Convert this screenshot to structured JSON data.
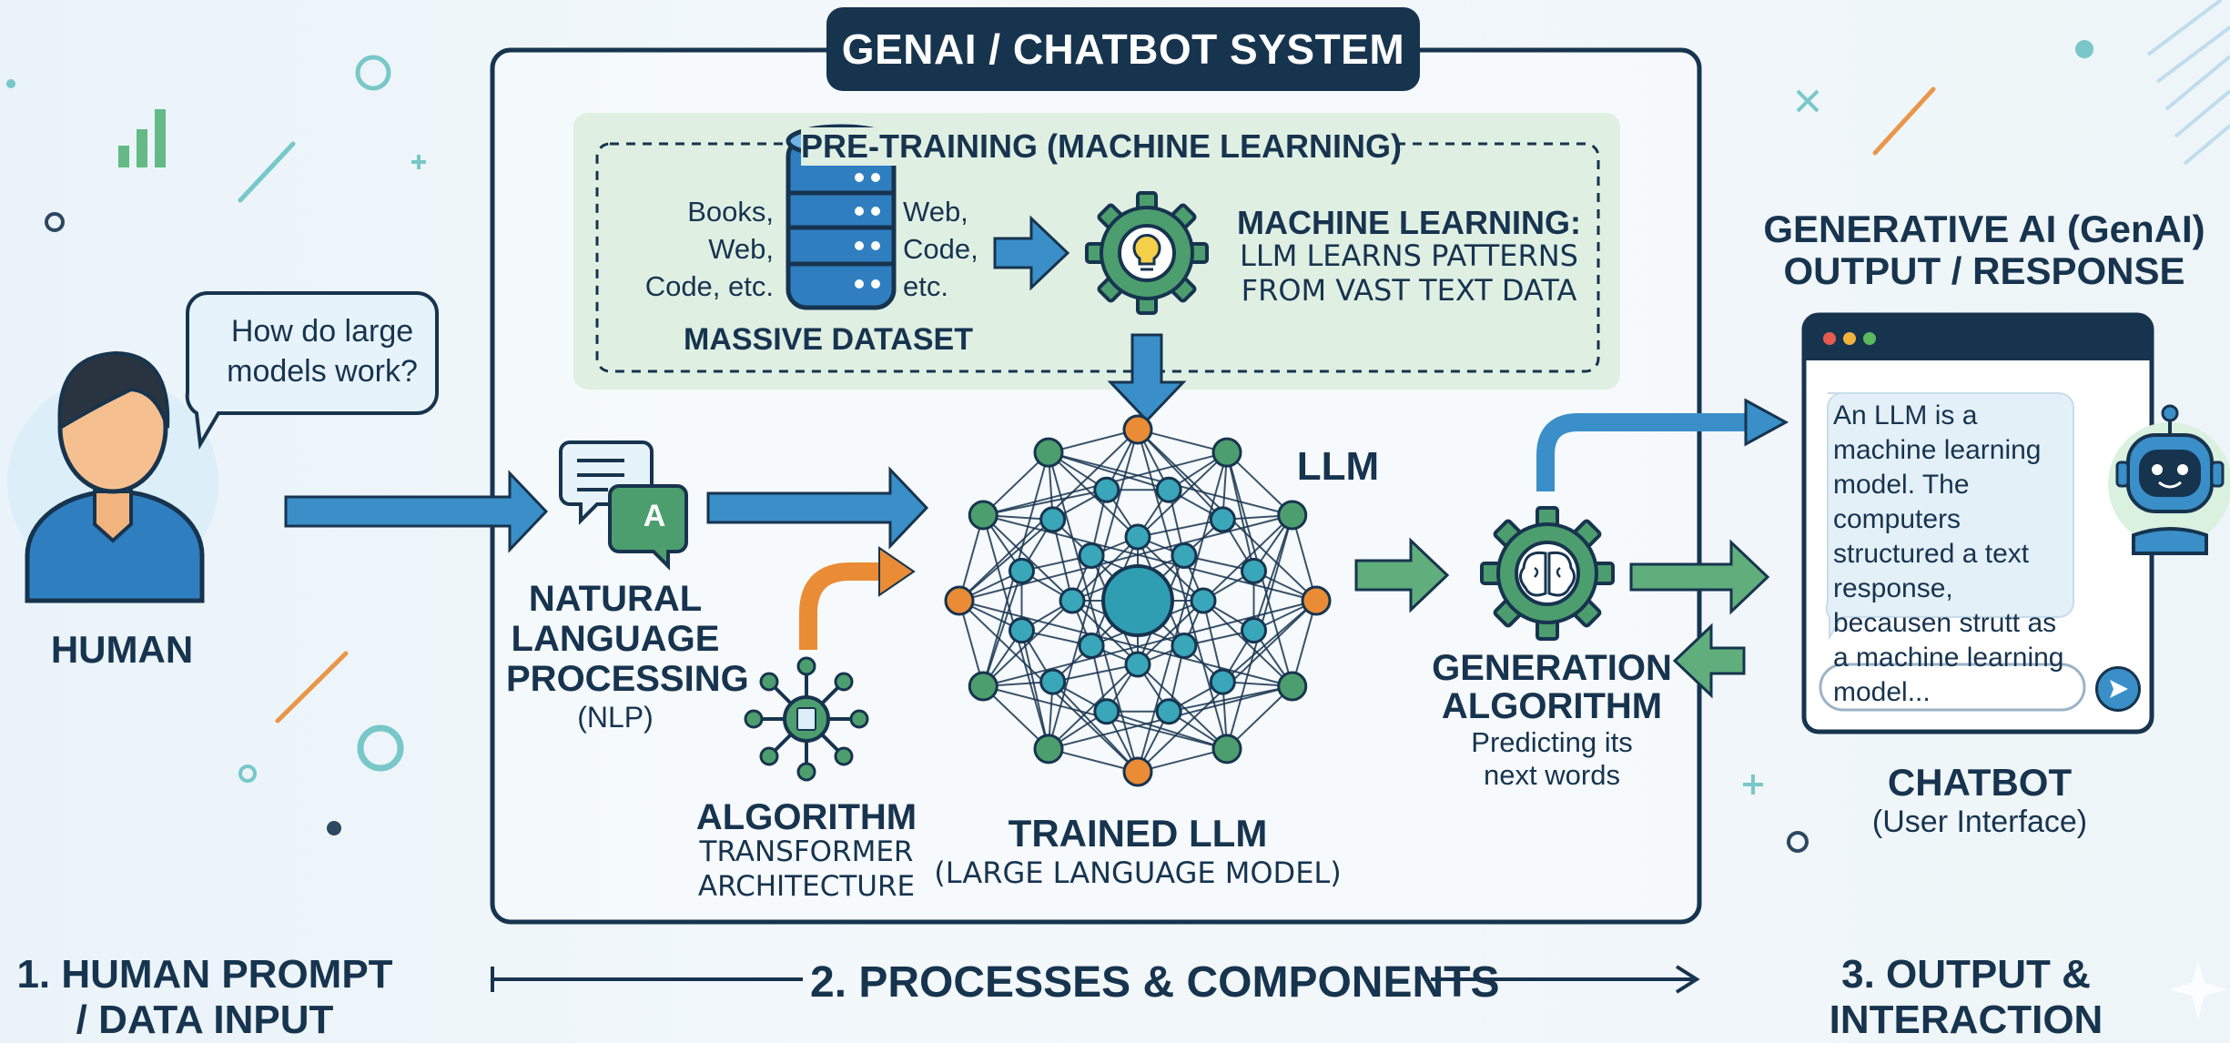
{
  "system_title": "GENAI / CHATBOT SYSTEM",
  "pretraining": {
    "title": "PRE-TRAINING (MACHINE LEARNING)",
    "left_sources": "Books, Web, Code, etc.",
    "right_sources": "Web, Code, etc.",
    "dataset_label": "MASSIVE DATASET",
    "ml_title": "MACHINE LEARNING:",
    "ml_desc_1": "LLM LEARNS PATTERNS",
    "ml_desc_2": "FROM VAST TEXT DATA"
  },
  "human": {
    "question": "How do large models work?",
    "label": "HUMAN"
  },
  "nlp": {
    "icon_letter": "A",
    "label_1": "NATURAL",
    "label_2": "LANGUAGE",
    "label_3": "PROCESSING",
    "abbr": "(NLP)"
  },
  "algorithm": {
    "title": "ALGORITHM",
    "sub_1": "TRANSFORMER",
    "sub_2": "ARCHITECTURE"
  },
  "llm": {
    "tag": "LLM",
    "title": "TRAINED LLM",
    "subtitle": "(LARGE LANGUAGE MODEL)"
  },
  "generation": {
    "title_1": "GENERATION",
    "title_2": "ALGORITHM",
    "desc_1": "Predicting its",
    "desc_2": "next words"
  },
  "output": {
    "title_1": "GENERATIVE AI (GenAI)",
    "title_2": "OUTPUT / RESPONSE",
    "response": "An LLM is a machine learning model. The computers structured a text response, becausen strutt as a machine learning model...",
    "chatbot_title": "CHATBOT",
    "chatbot_sub": "(User Interface)"
  },
  "footer": {
    "step1_line1": "1. HUMAN PROMPT",
    "step1_line2": "/ DATA INPUT",
    "step2": "2. PROCESSES & COMPONENTS",
    "step3_line1": "3. OUTPUT &",
    "step3_line2": "INTERACTION"
  },
  "colors": {
    "navy": "#17344f",
    "blue_arrow": "#3a8fc8",
    "green": "#4d9e6e",
    "orange": "#e98c35",
    "teal": "#3aa6b9",
    "pretraining_bg": "#dff0e3"
  }
}
